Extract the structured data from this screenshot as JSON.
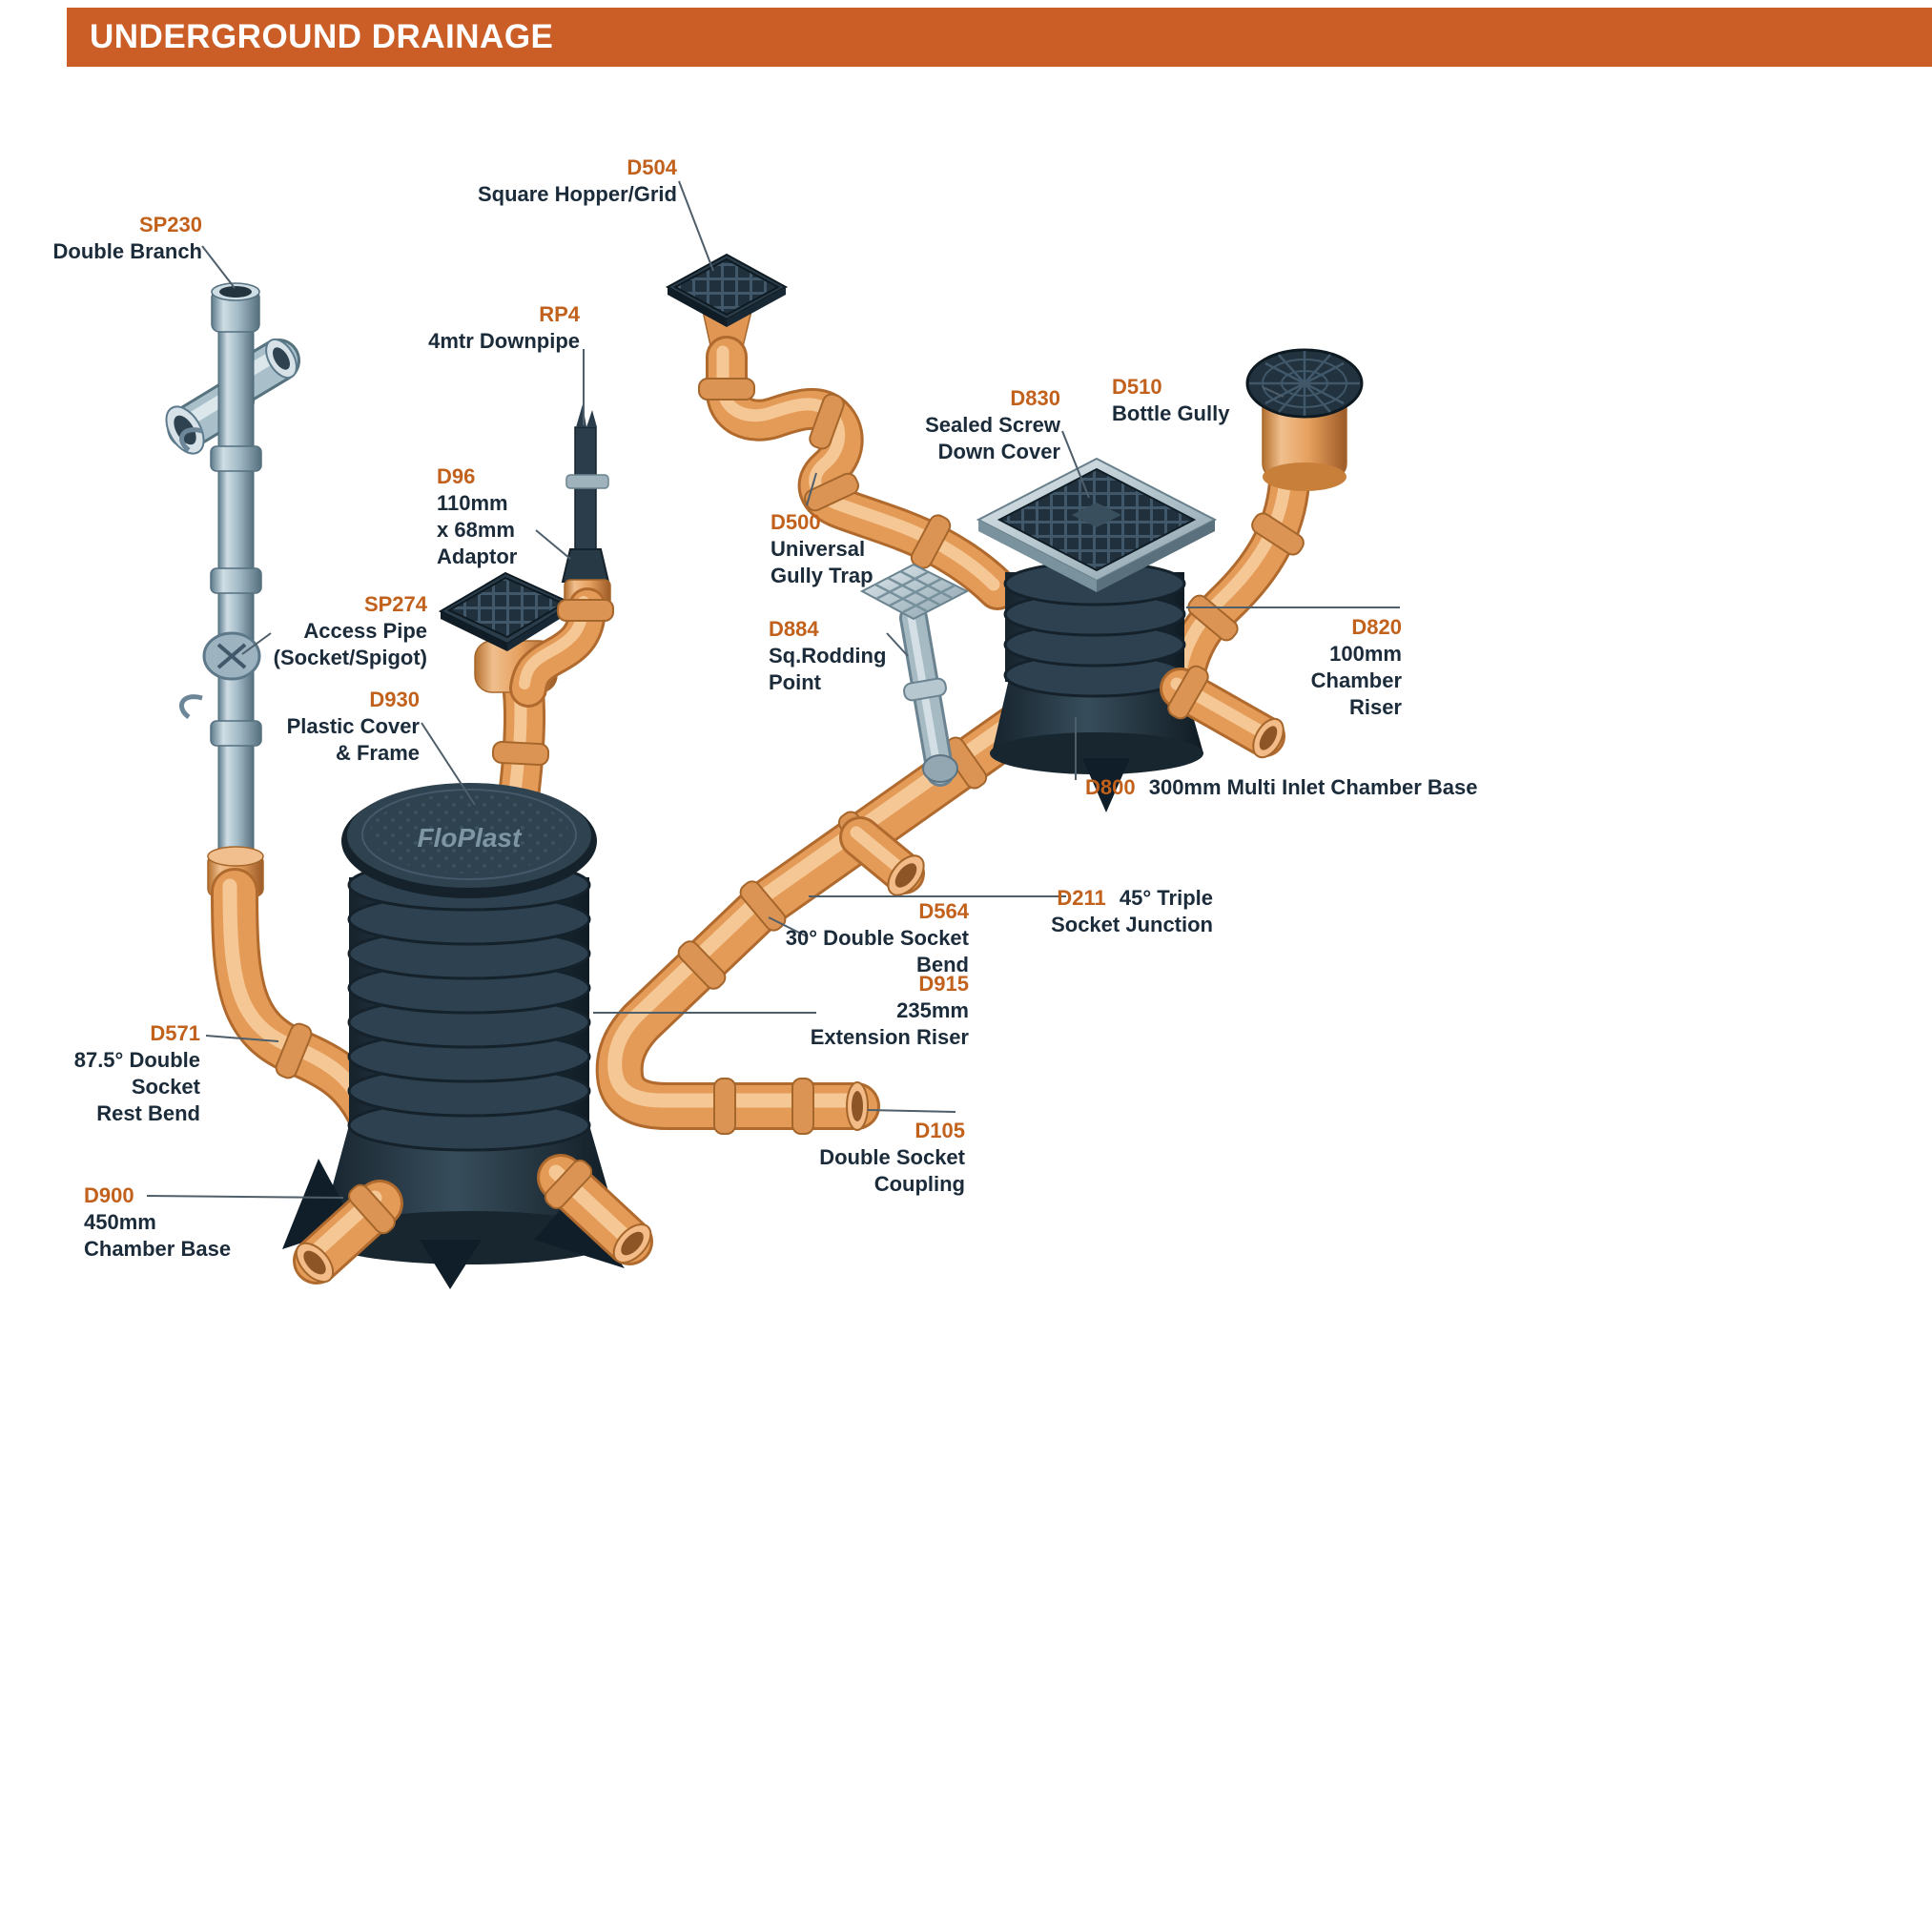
{
  "header": {
    "title": "UNDERGROUND DRAINAGE"
  },
  "brand": {
    "cover_logo": "FloPlast"
  },
  "colors": {
    "header_bg": "#cb5e27",
    "code_orange": "#c2611c",
    "label_navy": "#1b2b3a",
    "pipe_orange": "#e49b58",
    "chamber_dark": "#22333f",
    "pipe_blue_grey": "#a9c0cb"
  },
  "labels": {
    "sp230": {
      "code": "SP230",
      "desc": "Double Branch"
    },
    "d504": {
      "code": "D504",
      "desc": "Square Hopper/Grid"
    },
    "rp4": {
      "code": "RP4",
      "desc": "4mtr Downpipe"
    },
    "d96": {
      "code": "D96",
      "desc": "110mm\nx 68mm\nAdaptor"
    },
    "sp274": {
      "code": "SP274",
      "desc": "Access Pipe\n(Socket/Spigot)"
    },
    "d930": {
      "code": "D930",
      "desc": "Plastic Cover\n& Frame"
    },
    "d500": {
      "code": "D500",
      "desc": "Universal\nGully Trap"
    },
    "d830": {
      "code": "D830",
      "desc": "Sealed Screw\nDown Cover"
    },
    "d510": {
      "code": "D510",
      "desc": "Bottle Gully"
    },
    "d884": {
      "code": "D884",
      "desc": "Sq.Rodding\nPoint"
    },
    "d820": {
      "code": "D820",
      "desc": "100mm\nChamber Riser"
    },
    "d800": {
      "code": "D800",
      "desc": "300mm Multi Inlet Chamber Base"
    },
    "d211": {
      "code": "D211",
      "desc": "45° Triple\nSocket Junction"
    },
    "d564": {
      "code": "D564",
      "desc": "30° Double Socket\nBend"
    },
    "d915": {
      "code": "D915",
      "desc": "235mm\nExtension Riser"
    },
    "d105": {
      "code": "D105",
      "desc": "Double Socket\nCoupling"
    },
    "d571": {
      "code": "D571",
      "desc": "87.5° Double Socket\nRest Bend"
    },
    "d900": {
      "code": "D900",
      "desc": "450mm\nChamber Base"
    }
  }
}
